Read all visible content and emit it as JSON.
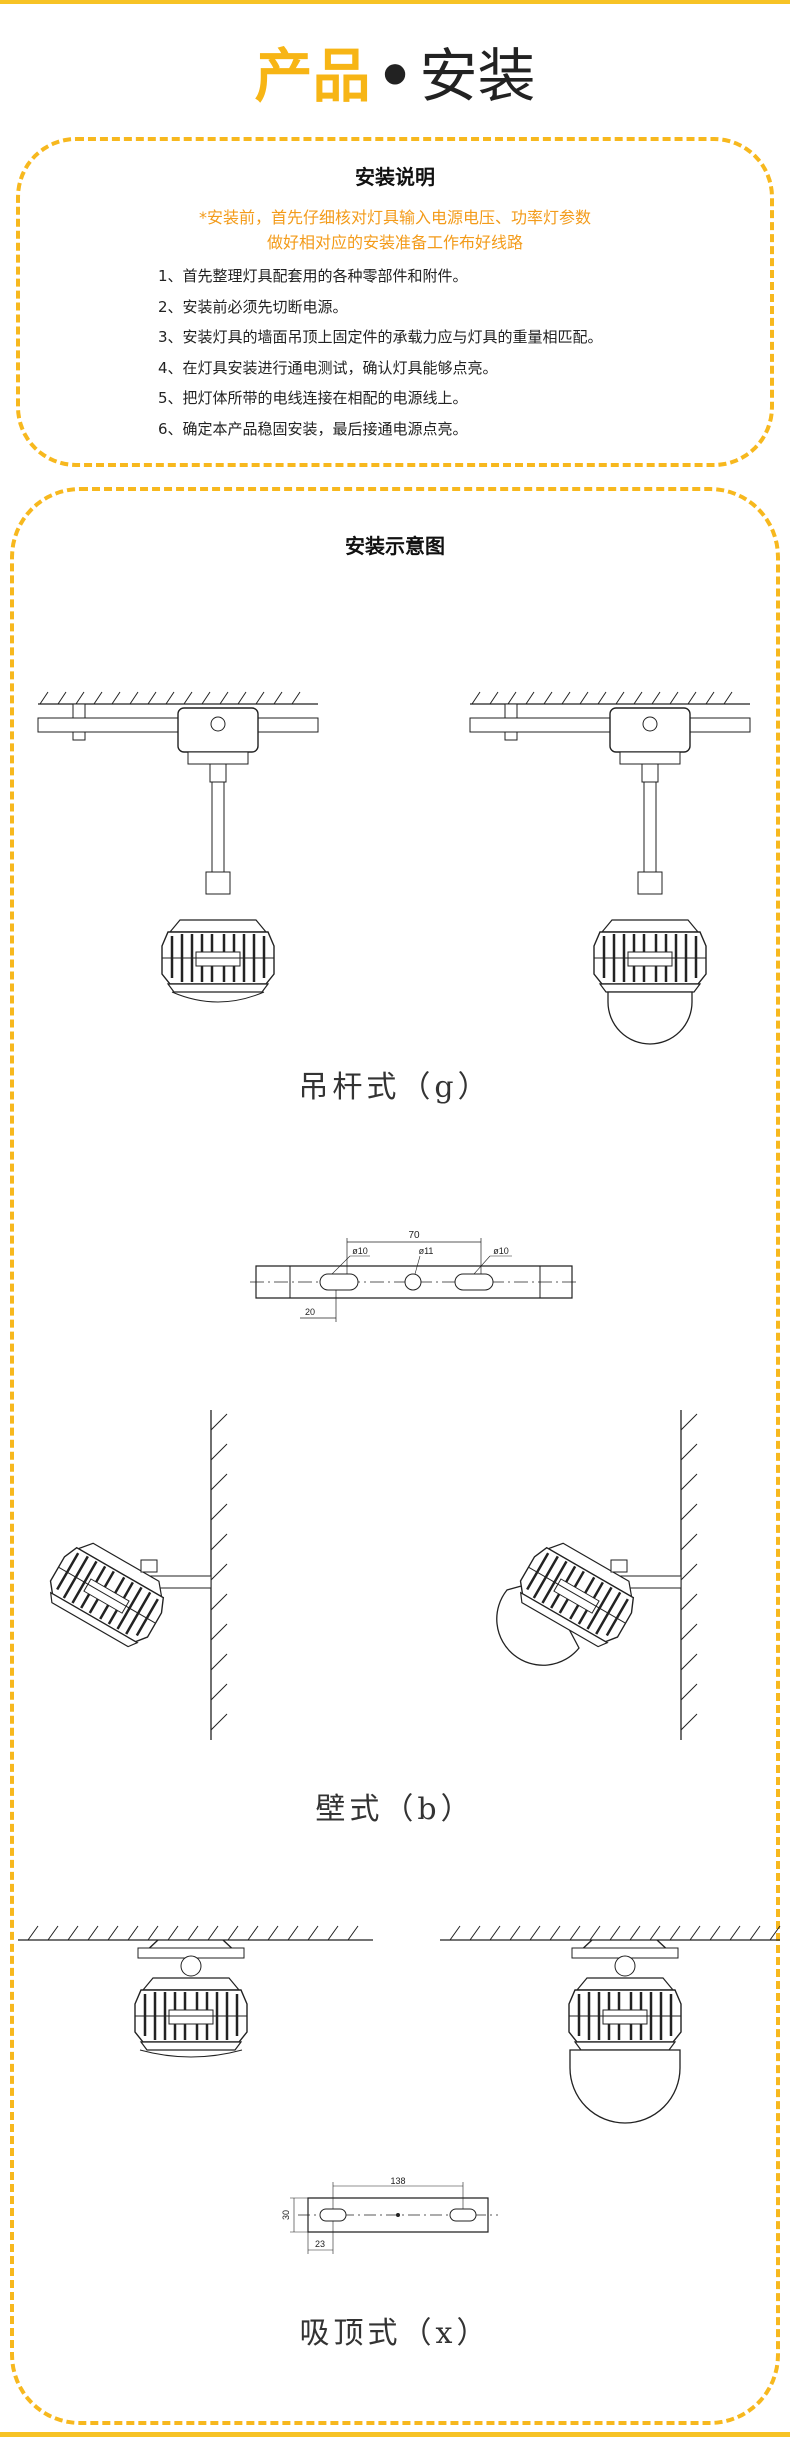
{
  "header": {
    "title_accent": "产品",
    "title_dot": "•",
    "title_main": "安装"
  },
  "instructions": {
    "title": "安装说明",
    "note_line1": "*安装前，首先仔细核对灯具输入电源电压、功率灯参数",
    "note_line2": "做好相对应的安装准备工作布好线路",
    "steps": [
      "1、首先整理灯具配套用的各种零部件和附件。",
      "2、安装前必须先切断电源。",
      "3、安装灯具的墙面吊顶上固定件的承载力应与灯具的重量相匹配。",
      "4、在灯具安装进行通电测试，确认灯具能够点亮。",
      "5、把灯体所带的电线连接在相配的电源线上。",
      "6、确定本产品稳固安装，最后接通电源点亮。"
    ]
  },
  "diagram_section": {
    "title": "安装示意图",
    "pendant_caption": "吊杆式（g）",
    "wall_caption": "壁式（b）",
    "ceiling_caption": "吸顶式（x）",
    "bracket_dims": {
      "width": "70",
      "hole_left": "ø10",
      "hole_center": "ø11",
      "hole_right": "ø10",
      "offset": "20"
    },
    "plate_dims": {
      "length": "138",
      "height": "30",
      "offset": "23"
    }
  },
  "colors": {
    "accent": "#f7b515",
    "note_text": "#f39b1a",
    "dashed_border": "#f7b81e"
  }
}
